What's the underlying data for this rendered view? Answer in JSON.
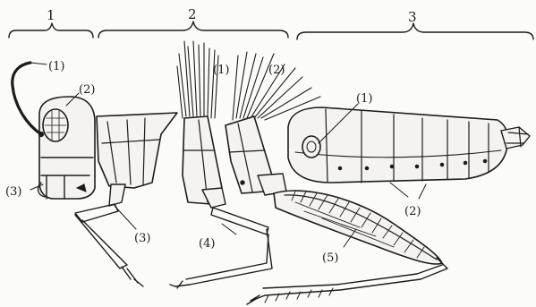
{
  "segments": {
    "s1": "1",
    "s2": "2",
    "s3": "3"
  },
  "labels": {
    "head_1": "(1)",
    "head_2": "(2)",
    "head_3": "(3)",
    "thorax_leg_3": "(3)",
    "thorax_wing_1": "(1)",
    "thorax_wing_2": "(2)",
    "thorax_leg_4": "(4)",
    "thorax_leg_5": "(5)",
    "abdomen_1": "(1)",
    "abdomen_2": "(2)"
  }
}
